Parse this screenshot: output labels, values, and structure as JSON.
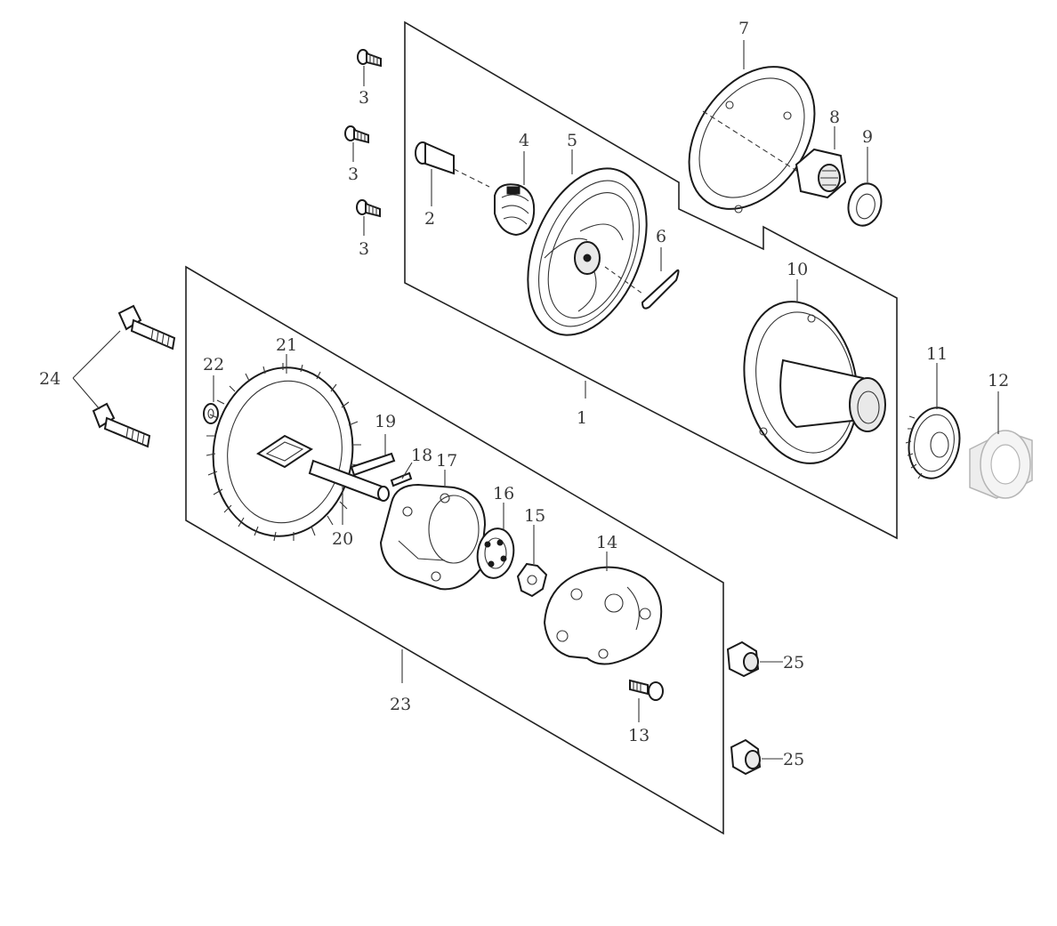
{
  "diagram": {
    "callouts": [
      {
        "id": "1",
        "text": "1"
      },
      {
        "id": "2",
        "text": "2"
      },
      {
        "id": "3a",
        "text": "3"
      },
      {
        "id": "3b",
        "text": "3"
      },
      {
        "id": "3c",
        "text": "3"
      },
      {
        "id": "4",
        "text": "4"
      },
      {
        "id": "5",
        "text": "5"
      },
      {
        "id": "6",
        "text": "6"
      },
      {
        "id": "7",
        "text": "7"
      },
      {
        "id": "8",
        "text": "8"
      },
      {
        "id": "9",
        "text": "9"
      },
      {
        "id": "10",
        "text": "10"
      },
      {
        "id": "11",
        "text": "11"
      },
      {
        "id": "12",
        "text": "12"
      },
      {
        "id": "13",
        "text": "13"
      },
      {
        "id": "14",
        "text": "14"
      },
      {
        "id": "15",
        "text": "15"
      },
      {
        "id": "16",
        "text": "16"
      },
      {
        "id": "17",
        "text": "17"
      },
      {
        "id": "18",
        "text": "18"
      },
      {
        "id": "19",
        "text": "19"
      },
      {
        "id": "20",
        "text": "20"
      },
      {
        "id": "21",
        "text": "21"
      },
      {
        "id": "22",
        "text": "22"
      },
      {
        "id": "23",
        "text": "23"
      },
      {
        "id": "24",
        "text": "24"
      },
      {
        "id": "25a",
        "text": "25"
      },
      {
        "id": "25b",
        "text": "25"
      }
    ]
  }
}
